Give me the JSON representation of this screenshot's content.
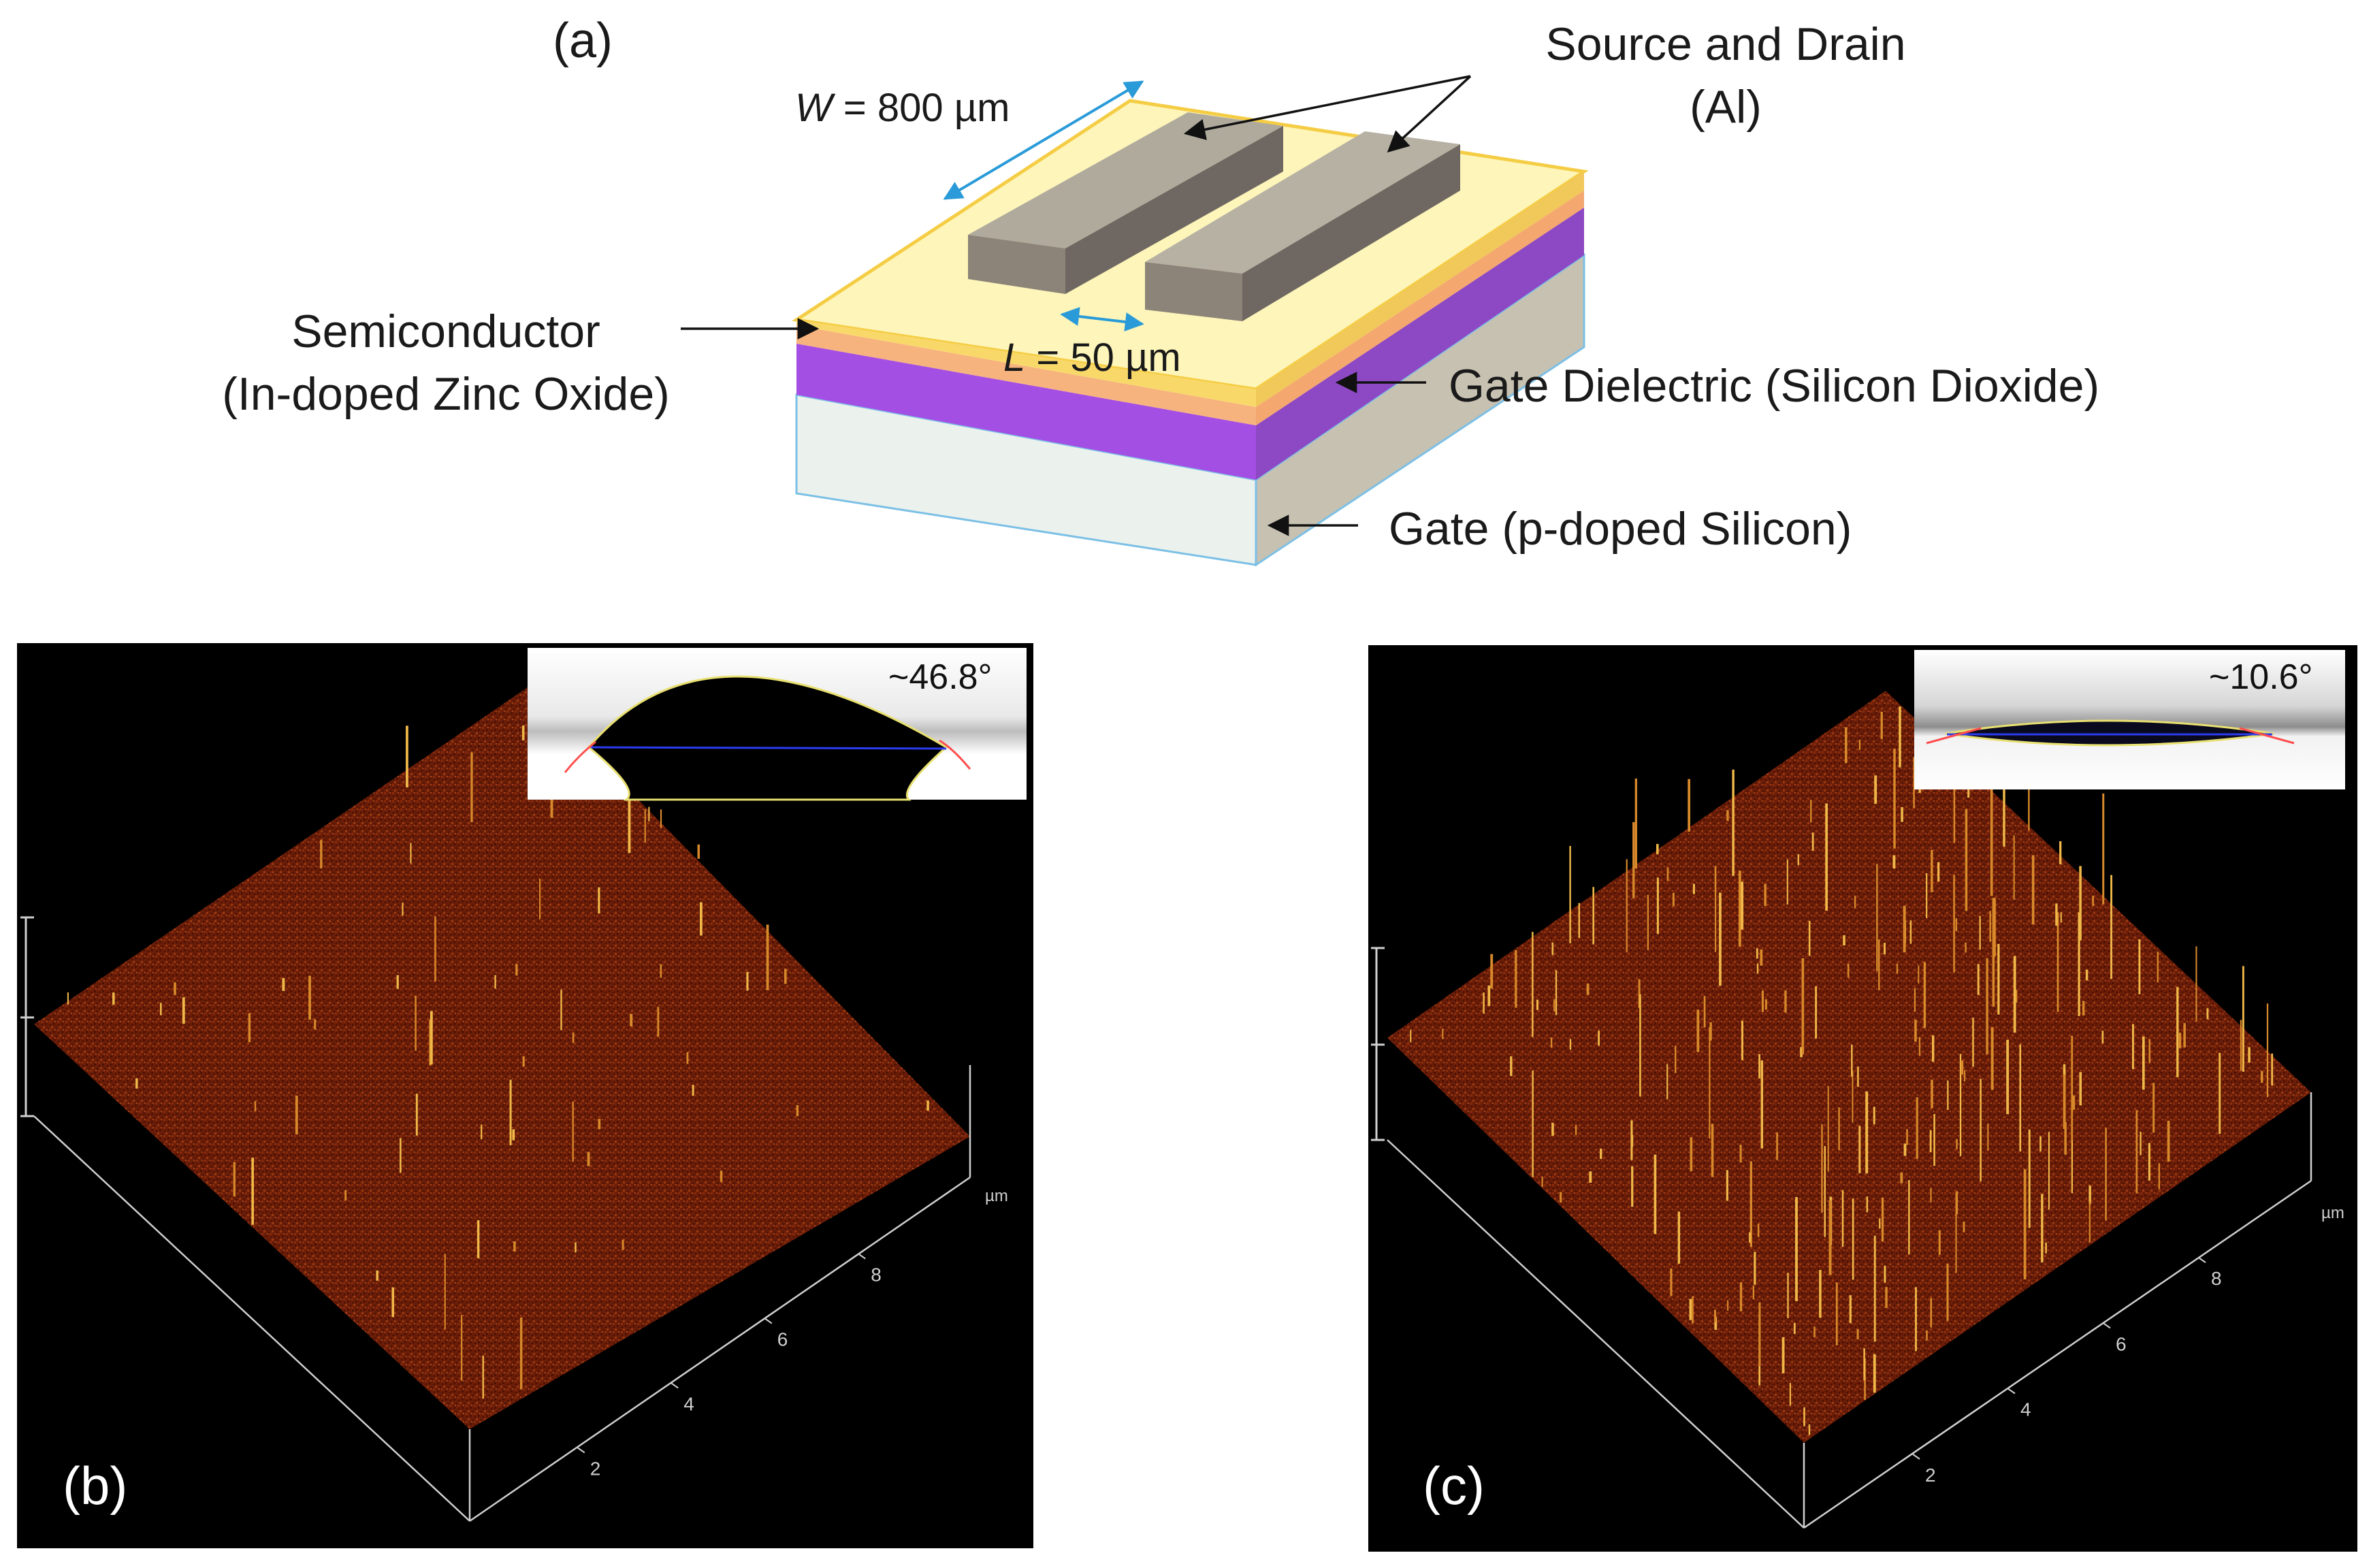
{
  "panel_a": {
    "tag": "(a)",
    "w_label": {
      "var": "W",
      "rest": " = 800 µm"
    },
    "l_label": {
      "var": "L",
      "rest": " = 50 µm"
    },
    "source_drain": [
      "Source and Drain",
      "(Al)"
    ],
    "semiconductor": [
      "Semiconductor",
      "(In-doped Zinc Oxide)"
    ],
    "dielectric": "Gate Dielectric (Silicon Dioxide)",
    "gate": "Gate (p-doped Silicon)",
    "colors": {
      "semiconductor": "#fdf5b9",
      "semiconductor_edge": "#f5cd45",
      "dielectric_band": "#f7b37e",
      "oxide": "#a44fe3",
      "oxide_side": "#8d48c3",
      "substrate_front": "#ebf1ed",
      "substrate_side": "#c7c1b1",
      "electrode_top": "#b0aa9d",
      "electrode_side": "#6f6862",
      "dimension_arrow": "#2a9bd8"
    }
  },
  "panel_b": {
    "tag": "(b)",
    "contact_angle": "~46.8°",
    "axis_unit": "µm",
    "axis_ticks": [
      "2",
      "4",
      "6",
      "8"
    ]
  },
  "panel_c": {
    "tag": "(c)",
    "contact_angle": "~10.6°",
    "axis_unit": "µm",
    "axis_ticks": [
      "2",
      "4",
      "6",
      "8"
    ]
  },
  "afm_colors": {
    "surface": "#6b1d08",
    "peak": "#e8a23a",
    "background": "#000000"
  }
}
